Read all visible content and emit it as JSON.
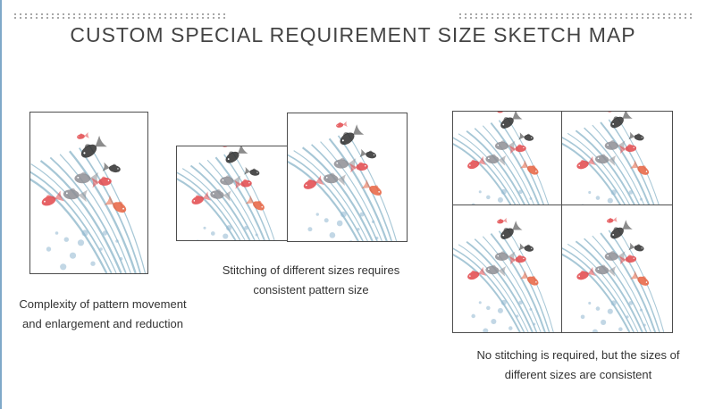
{
  "header": {
    "title": "CUSTOM SPECIAL REQUIREMENT SIZE SKETCH MAP"
  },
  "captions": {
    "left": [
      "Complexity of pattern movement",
      "and enlargement and reduction"
    ],
    "middle": [
      "Stitching of different sizes requires",
      "consistent pattern size"
    ],
    "right": [
      "No stitching is required, but the sizes of",
      "different sizes are consistent"
    ]
  },
  "colors": {
    "border": "#4d4d4d",
    "fish_red": "#e2474a",
    "fish_orange": "#e8623f",
    "fish_black": "#2e2e2e",
    "fish_gray": "#8e8e94",
    "grass": "#8ab4c8",
    "dots_blue": "#8fb6cf",
    "rule": "#7fa9c9"
  }
}
